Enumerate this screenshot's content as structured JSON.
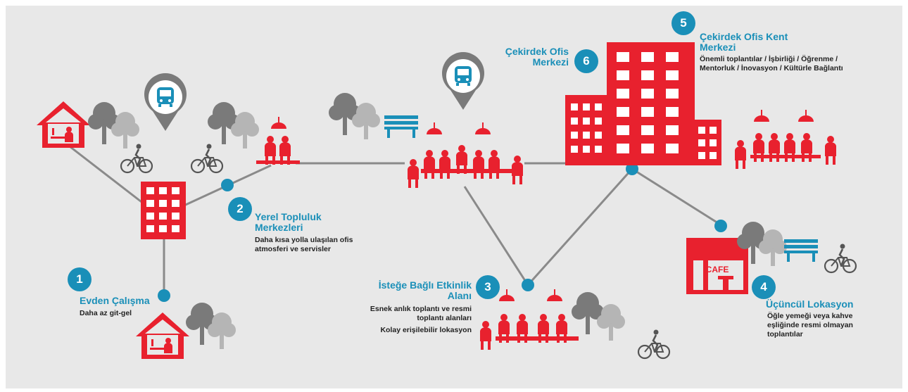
{
  "colors": {
    "red": "#e8212e",
    "teal": "#1a8fb8",
    "gray_line": "#8a8a8a",
    "tree_dark": "#7a7a7a",
    "tree_light": "#b5b5b5",
    "background": "#e8e8e8"
  },
  "icons": [
    "house-icon",
    "building-icon",
    "bus-stop-pin-icon",
    "bicycle-icon",
    "tree-icon",
    "bench-icon",
    "lamp-icon",
    "people-at-table-icon",
    "cafe-icon"
  ],
  "locations": [
    {
      "number": "1",
      "title": "Evden Çalışma",
      "description": [
        "Daha az git-gel"
      ]
    },
    {
      "number": "2",
      "title": [
        "Yerel Topluluk",
        "Merkezleri"
      ],
      "description": [
        "Daha kısa yolla ulaşılan ofis",
        "atmosferi ve servisler"
      ]
    },
    {
      "number": "3",
      "title": [
        "İsteğe Bağlı Etkinlik",
        "Alanı"
      ],
      "description": [
        "Esnek anlık toplantı ve resmi",
        "toplantı alanları"
      ],
      "description2": "Kolay erişilebilir lokasyon"
    },
    {
      "number": "4",
      "title": "Üçüncül Lokasyon",
      "description": [
        "Öğle yemeği veya kahve",
        "eşliğinde resmi olmayan",
        "toplantılar"
      ]
    },
    {
      "number": "5",
      "title": [
        "Çekirdek Ofis Kent",
        "Merkezi"
      ],
      "description": [
        "Önemli toplantılar / İşbirliği / Öğrenme /",
        "Mentorluk / İnovasyon / Kültürle Bağlantı"
      ]
    },
    {
      "number": "6",
      "title": [
        "Çekirdek Ofis",
        "Merkezi"
      ]
    }
  ],
  "cafe_sign": "CAFE"
}
